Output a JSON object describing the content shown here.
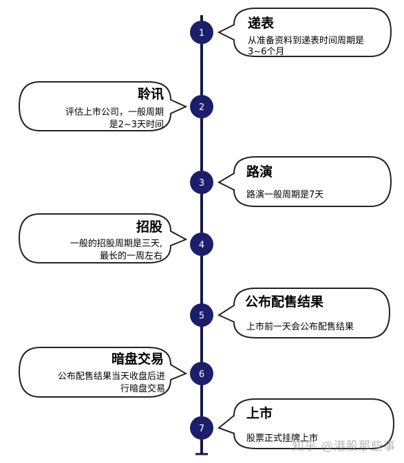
{
  "steps": [
    {
      "num": "1",
      "title": "递表",
      "desc": [
        "从准备资料到递表时间周期是",
        "3~6个月"
      ],
      "side": "right"
    },
    {
      "num": "2",
      "title": "聆讯",
      "desc": [
        "评估上市公司，一般周期",
        "是2~3天时间"
      ],
      "side": "left"
    },
    {
      "num": "3",
      "title": "路演",
      "desc": [
        "路演一般周期是7天"
      ],
      "side": "right"
    },
    {
      "num": "4",
      "title": "招股",
      "desc": [
        "一般的招股周期是三天,",
        "最长的一周左右"
      ],
      "side": "left"
    },
    {
      "num": "5",
      "title": "公布配售结果",
      "desc": [
        "上市前一天会公布配售结果"
      ],
      "side": "right"
    },
    {
      "num": "6",
      "title": "暗盘交易",
      "desc": [
        "公布配售结果当天收盘后进",
        "行暗盘交易"
      ],
      "side": "left"
    },
    {
      "num": "7",
      "title": "上市",
      "desc": [
        "股票正式挂牌上市"
      ],
      "side": "right"
    }
  ],
  "watermark": "知乎 @港股那些事",
  "colors": {
    "node": "#1b1f6b",
    "line": "#15174a",
    "bubble_stroke": "#222222"
  }
}
